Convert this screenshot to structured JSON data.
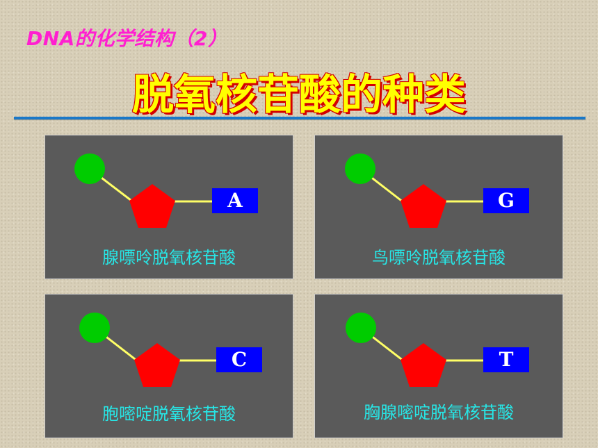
{
  "header": {
    "subtitle": "DNA的化学结构（2）",
    "title": "脱氧核苷酸的种类"
  },
  "colors": {
    "phosphate": "#00cc00",
    "sugar": "#ff0000",
    "bond": "#ffff66",
    "base_box": "#0000ff",
    "caption": "#27e6e6",
    "title": "#ffff00",
    "subtitle": "#ff1fd0"
  },
  "nucleotides": [
    {
      "base": "A",
      "name": "腺嘌呤脱氧核苷酸"
    },
    {
      "base": "G",
      "name": "鸟嘌呤脱氧核苷酸"
    },
    {
      "base": "C",
      "name": "胞嘧啶脱氧核苷酸"
    },
    {
      "base": "T",
      "name": "胸腺嘧啶脱氧核苷酸"
    }
  ]
}
